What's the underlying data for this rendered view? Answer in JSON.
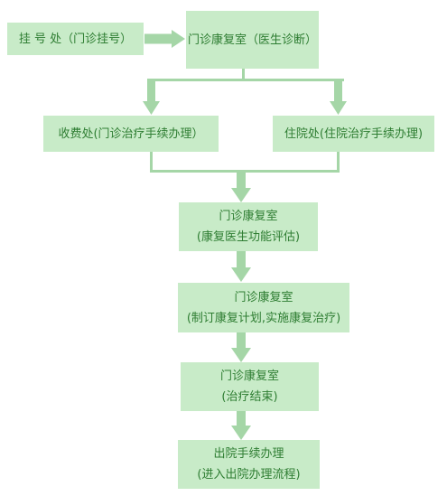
{
  "steps": {
    "registration": {
      "line1": "挂 号 处（门诊挂号）"
    },
    "consult": {
      "line1": "门诊康复室（医生诊断）"
    },
    "cashier": {
      "line1": "收费处(门诊治疗手续办理）"
    },
    "inpatient": {
      "line1": "住院处(住院治疗手续办理)"
    },
    "evaluation": {
      "line1": "门诊康复室",
      "line2": "(康复医生功能评估)"
    },
    "plan": {
      "line1": "门诊康复室",
      "line2": "(制订康复计划,实施康复治疗)"
    },
    "end": {
      "line1": "门诊康复室",
      "line2": "(治疗结束)"
    },
    "discharge": {
      "line1": "出院手续办理",
      "line2": "(进入出院办理流程)"
    }
  },
  "colors": {
    "box_fill": "#c8ebc8",
    "text": "#2e7d32",
    "arrow": "#a5d6a7"
  }
}
